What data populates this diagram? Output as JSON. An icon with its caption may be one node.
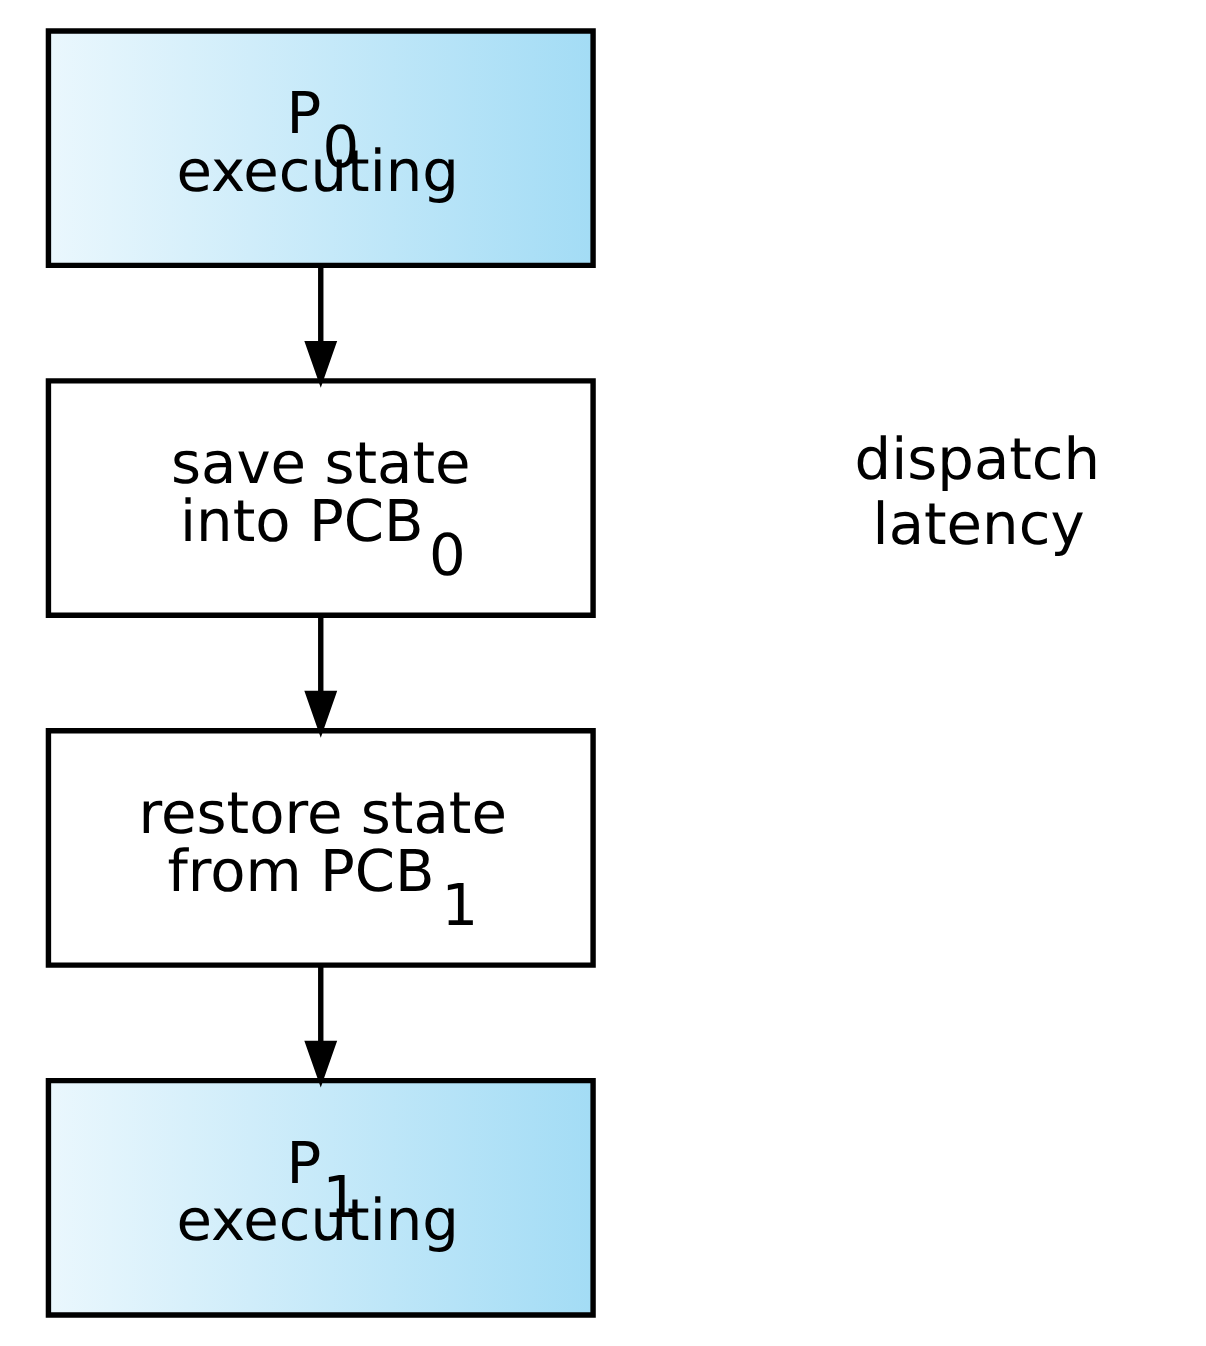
{
  "diagram": {
    "nodes": [
      {
        "text": [
          "P$_{0}$ executing"
        ]
      },
      {
        "text": [
          "save state into PCB$_{0}$"
        ]
      },
      {
        "text": [
          "restore state from PCB$_{1}$"
        ]
      },
      {
        "text": [
          "P$_{1}$ executing"
        ]
      }
    ],
    "edges": [
      {
        "from": 0,
        "to": 1,
        "arrow": "to"
      },
      {
        "from": 1,
        "to": 2,
        "arrow": "to"
      },
      {
        "from": 2,
        "to": 3,
        "arrow": "to"
      }
    ],
    "labels": [
      "dispatch latency"
    ]
  }
}
